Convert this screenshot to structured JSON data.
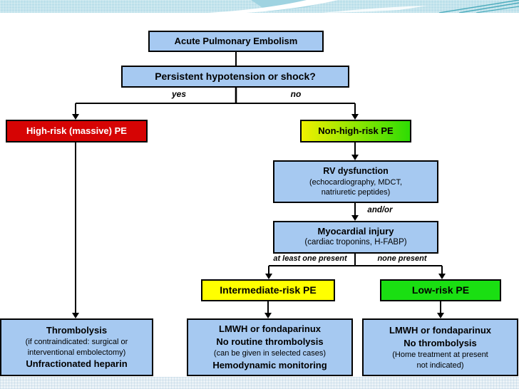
{
  "flowchart": {
    "acute": {
      "label": "Acute Pulmonary Embolism"
    },
    "question": {
      "label": "Persistent hypotension or shock?"
    },
    "branch_yes": "yes",
    "branch_no": "no",
    "high_risk": {
      "label": "High-risk (massive) PE"
    },
    "non_high_risk": {
      "label": "Non-high-risk PE"
    },
    "rv_dysfunction": {
      "title": "RV dysfunction",
      "detail1": "(echocardiography, MDCT,",
      "detail2": "natriuretic peptides)"
    },
    "and_or": "and/or",
    "myocardial_injury": {
      "title": "Myocardial injury",
      "detail": "(cardiac troponins, H-FABP)"
    },
    "at_least_one_present": "at least one present",
    "none_present": "none present",
    "intermediate_risk": {
      "label": "Intermediate-risk PE"
    },
    "low_risk": {
      "label": "Low-risk PE"
    },
    "treatment_high": {
      "line1": "Thrombolysis",
      "line2": "(if contraindicated: surgical or",
      "line3": "interventional embolectomy)",
      "line4": "Unfractionated heparin"
    },
    "treatment_intermediate": {
      "line1": "LMWH or fondaparinux",
      "line2": "No routine thrombolysis",
      "line3": "(can be given in selected cases)",
      "line4": "Hemodynamic monitoring"
    },
    "treatment_low": {
      "line1": "LMWH or fondaparinux",
      "line2": "No thrombolysis",
      "line3": "(Home treatment at present",
      "line4": "not indicated)"
    }
  },
  "colors": {
    "box_blue": "#A6C9F1",
    "box_border": "#000000",
    "high_risk_red": "#D60404",
    "intermediate_yellow": "#FFFF00",
    "low_green": "#1ADF12",
    "nonhigh_gradient_left": "#F0F000",
    "nonhigh_gradient_right": "#2EDC04",
    "banner_blue": "#BCE0EA",
    "banner_accent": "#9FD3E1",
    "banner_line_teal": "#49AABB",
    "footer_band": "#ECF3F7"
  }
}
